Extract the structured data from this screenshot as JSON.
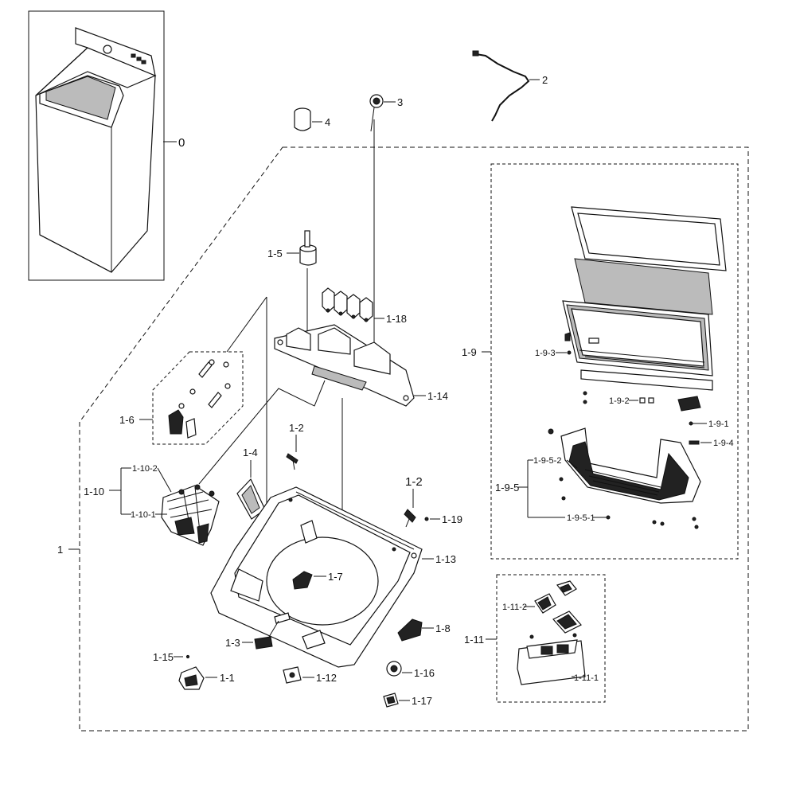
{
  "labels": {
    "l0": "0",
    "l2": "2",
    "l3": "3",
    "l4": "4",
    "l1": "1",
    "l1_1": "1-1",
    "l1_2a": "1-2",
    "l1_2b": "1-2",
    "l1_3": "1-3",
    "l1_4": "1-4",
    "l1_5": "1-5",
    "l1_6": "1-6",
    "l1_7": "1-7",
    "l1_8": "1-8",
    "l1_9": "1-9",
    "l1_9_1": "1-9-1",
    "l1_9_2": "1-9-2",
    "l1_9_3": "1-9-3",
    "l1_9_4": "1-9-4",
    "l1_9_5": "1-9-5",
    "l1_9_5_1": "1-9-5-1",
    "l1_9_5_2": "1-9-5-2",
    "l1_10": "1-10",
    "l1_10_1": "1-10-1",
    "l1_10_2": "1-10-2",
    "l1_11": "1-11",
    "l1_11_1": "1-11-1",
    "l1_11_2": "1-11-2",
    "l1_12": "1-12",
    "l1_13": "1-13",
    "l1_14": "1-14",
    "l1_15": "1-15",
    "l1_16": "1-16",
    "l1_17": "1-17",
    "l1_18": "1-18",
    "l1_19": "1-19"
  },
  "icons": {
    "washer": "top-load-washer-icon",
    "wire": "wire-harness-icon",
    "sensor": "water-level-sensor-icon",
    "cap": "cap-icon",
    "lid": "glass-lid-icon",
    "dispenser": "detergent-dispenser-icon"
  },
  "colors": {
    "line": "#111111",
    "background": "#ffffff"
  }
}
